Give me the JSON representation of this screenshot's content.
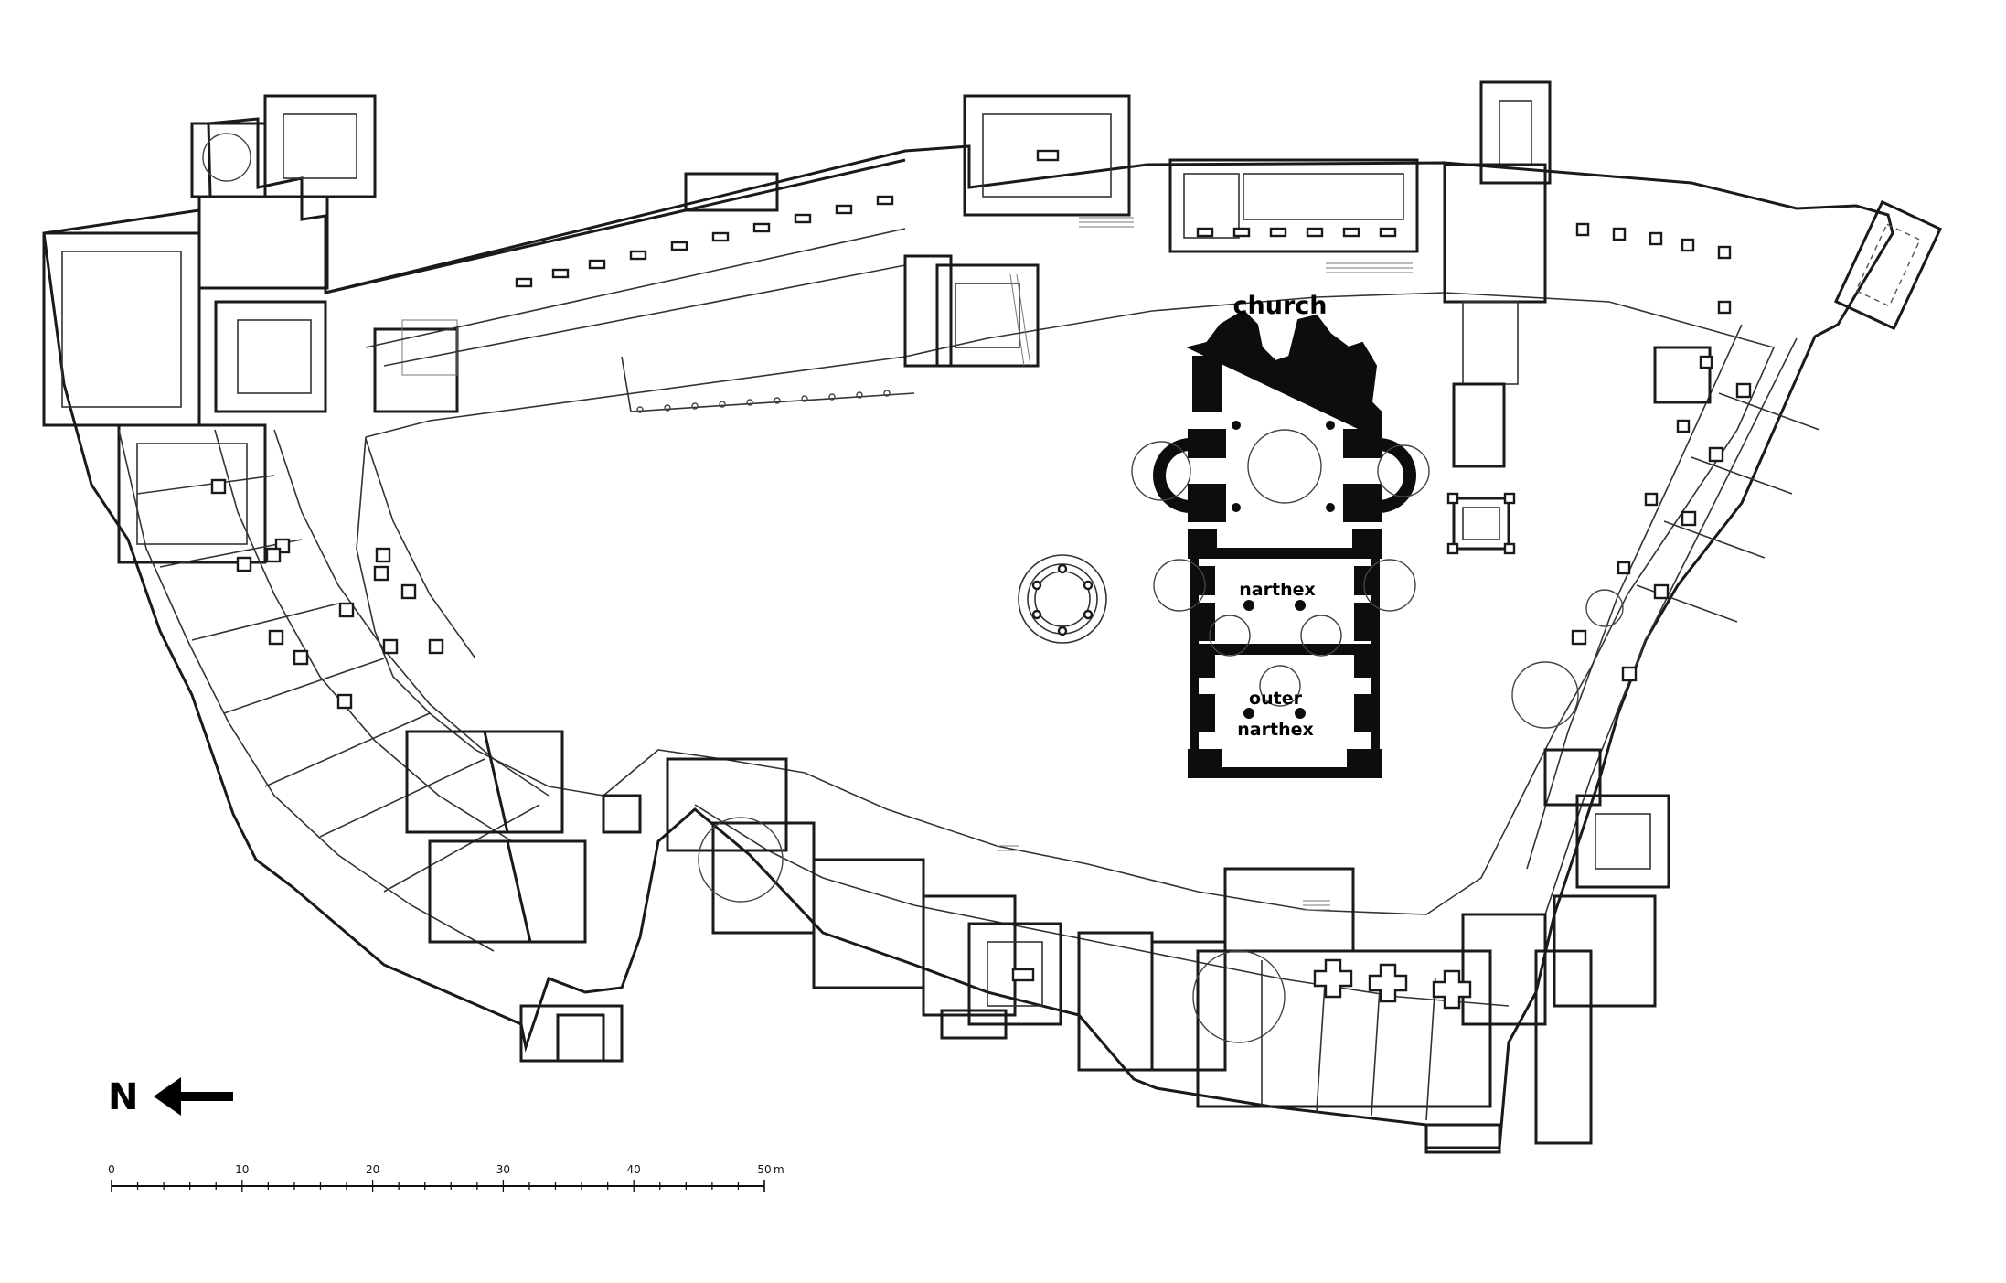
{
  "labels": {
    "church": "church",
    "narthex": "narthex",
    "outer_line1": "outer",
    "outer_line2": "narthex"
  },
  "compass": {
    "letter": "N",
    "direction": "left"
  },
  "scale_bar": {
    "ticks": [
      "0",
      "10",
      "20",
      "30",
      "40",
      "50"
    ],
    "unit": "m",
    "max_value": 50
  },
  "colors": {
    "ink": "#1a1a1a",
    "church_fill": "#0d0d0d",
    "paper": "#ffffff"
  }
}
